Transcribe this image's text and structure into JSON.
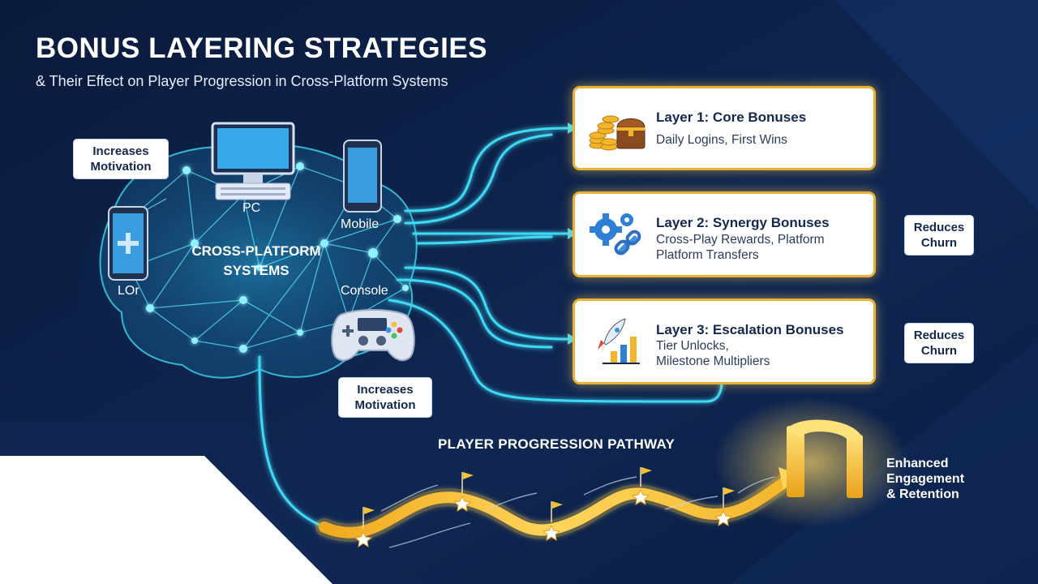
{
  "header": {
    "title": "BONUS LAYERING STRATEGIES",
    "subtitle": "& Their Effect on Player Progression in Cross-Platform Systems"
  },
  "hub": {
    "label_line1": "CROSS-PLATFORM",
    "label_line2": "SYSTEMS",
    "devices": {
      "pc": "PC",
      "mobile": "Mobile",
      "console": "Console",
      "tablet": "LOr"
    }
  },
  "notes": {
    "motivation_top": [
      "Increases",
      "Motivation"
    ],
    "motivation_bottom": [
      "Increases",
      "Motivation"
    ],
    "churn_layer2": [
      "Reduces",
      "Churn"
    ],
    "churn_layer3": [
      "Reduces",
      "Churn"
    ]
  },
  "layers": [
    {
      "title": "Layer 1: Core Bonuses",
      "lines": [
        "Daily Logins, First Wins"
      ],
      "icon": "treasure-chest-icon"
    },
    {
      "title": "Layer 2: Synergy Bonuses",
      "lines": [
        "Cross-Play Rewards, Platform",
        "Platform Transfers"
      ],
      "icon": "gears-link-icon"
    },
    {
      "title": "Layer 3: Escalation Bonuses",
      "lines": [
        "Tier Unlocks,",
        "Milestone Multipliers"
      ],
      "icon": "rocket-chart-icon"
    }
  ],
  "pathway": {
    "label": "PLAYER PROGRESSION PATHWAY",
    "outcome": [
      "Enhanced",
      "Engagement",
      "& Retention"
    ]
  },
  "colors": {
    "background": "#0c1f45",
    "accent_cyan": "#3fd9f5",
    "gold": "#f1b92c",
    "card_border": "#e9b13a"
  }
}
